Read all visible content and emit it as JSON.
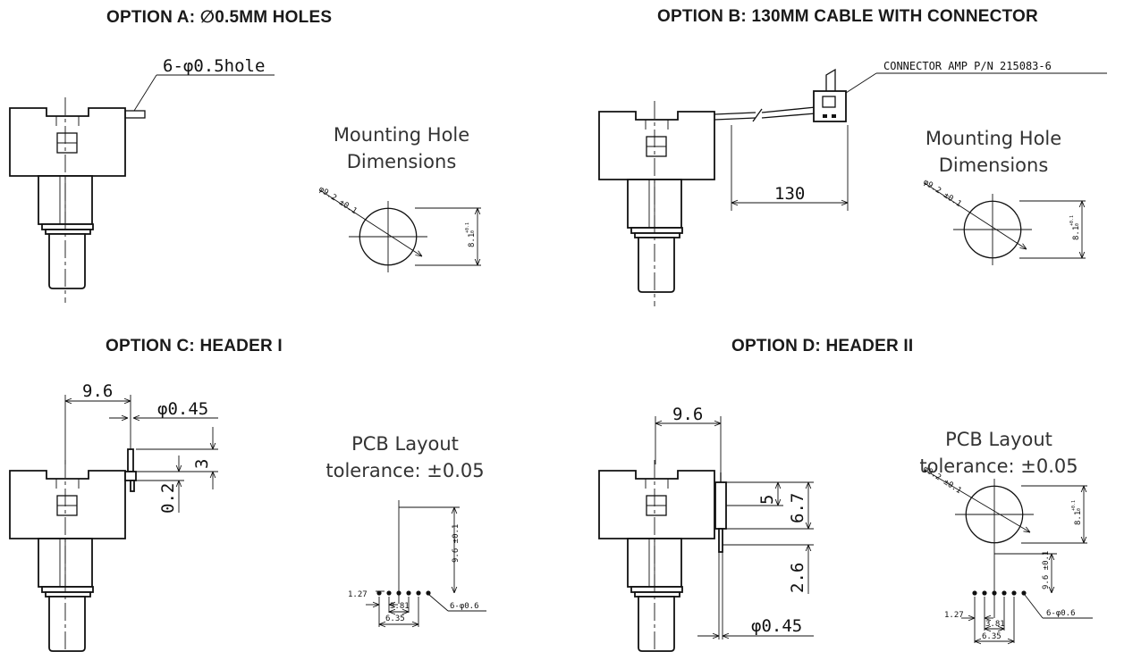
{
  "titles": {
    "a": "OPTION A: ∅0.5MM HOLES",
    "b": "OPTION B: 130MM CABLE WITH CONNECTOR",
    "c": "OPTION C: HEADER I",
    "d": "OPTION D: HEADER II"
  },
  "captions": {
    "mounting_line1": "Mounting Hole",
    "mounting_line2": "Dimensions",
    "pcb_line1": "PCB Layout",
    "pcb_line2": "tolerance: ±0.05"
  },
  "dims": {
    "hole_note": "6-φ0.5hole",
    "connector_note": "CONNECTOR AMP P/N 215083-6",
    "cable_length": "130",
    "dia_92": "φ9.2 ±0.1",
    "flat_81": "8.1",
    "tol_81_upper": "+0.1",
    "tol_81_lower": "0",
    "offset_96": "9.6",
    "pin_dia_045": "φ0.45",
    "dim_3": "3",
    "dim_02": "0.2",
    "dim_5": "5",
    "dim_67": "6.7",
    "dim_26": "2.6",
    "pcb_96": "9.6 ±0.1",
    "pitch_127": "1.27",
    "span_381": "3.81",
    "span_635": "6.35",
    "pad_note": "6-φ0.6"
  }
}
